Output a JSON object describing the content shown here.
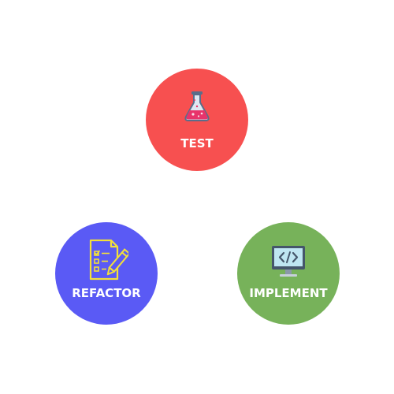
{
  "nodes": {
    "test": {
      "label": "TEST",
      "color": "#f75050",
      "icon": "flask-icon"
    },
    "refactor": {
      "label": "REFACTOR",
      "color": "#5a5af5",
      "icon": "checklist-pencil-icon"
    },
    "implement": {
      "label": "IMPLEMENT",
      "color": "#77b25a",
      "icon": "code-monitor-icon"
    }
  }
}
